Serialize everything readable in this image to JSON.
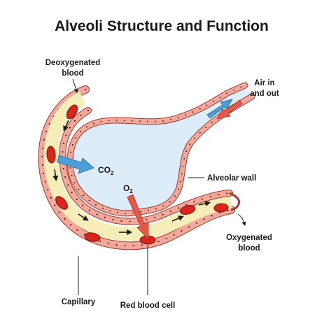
{
  "title": "Alveoli Structure and Function",
  "labels": {
    "deoxygenated_line1": "Deoxygenated",
    "deoxygenated_line2": "blood",
    "air_line1": "Air in",
    "air_line2": "and out",
    "co2_main": "CO",
    "co2_sub": "2",
    "o2_main": "O",
    "o2_sub": "2",
    "alveolar_wall": "Alveolar wall",
    "oxygenated_line1": "Oxygenated",
    "oxygenated_line2": "blood",
    "capillary": "Capillary",
    "red_blood_cell": "Red blood cell"
  },
  "colors": {
    "alveolus_air": "#dcecf8",
    "wall": "#f2a89a",
    "wall_edge": "#9e3a2e",
    "blood_plasma": "#f6eeb8",
    "red_cell": "#d9261c",
    "co2_arrow": "#4a9fd8",
    "o2_arrow": "#e8574a"
  }
}
